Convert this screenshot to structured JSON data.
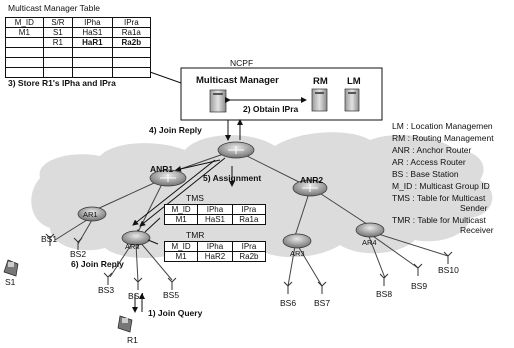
{
  "manager_table": {
    "title": "Multicast Manager Table",
    "headers": [
      "M_ID",
      "S/R",
      "IPha",
      "IPra"
    ],
    "rows": [
      [
        "M1",
        "S1",
        "HaS1",
        "Ra1a"
      ],
      [
        "",
        "R1",
        "HaR1",
        "Ra2b"
      ],
      [
        "",
        "",
        "",
        ""
      ],
      [
        "",
        "",
        "",
        ""
      ],
      [
        "",
        "",
        "",
        ""
      ]
    ]
  },
  "ncpf": {
    "label": "NCPF",
    "manager": "Multicast Manager",
    "rm": "RM",
    "lm": "LM"
  },
  "steps": {
    "store": "3) Store R1's IPha and IPra",
    "obtain": "2) Obtain IPra",
    "join_reply_top": "4) Join Reply",
    "assignment": "5) Assignment",
    "join_reply_bottom": "6) Join Reply",
    "join_query": "1) Join Query"
  },
  "tms": {
    "label": "TMS",
    "headers": [
      "M_ID",
      "IPha",
      "IPra"
    ],
    "row": [
      "M1",
      "HaS1",
      "Ra1a"
    ]
  },
  "tmr": {
    "label": "TMR",
    "headers": [
      "M_ID",
      "IPha",
      "IPra"
    ],
    "row": [
      "M1",
      "HaR2",
      "Ra2b"
    ]
  },
  "routers": {
    "anr1": "ANR1",
    "anr2": "ANR2",
    "ar1": "AR1",
    "ar2": "AR2",
    "ar3": "AR3",
    "ar4": "AR4"
  },
  "stations": {
    "bs1": "BS1",
    "bs2": "BS2",
    "bs3": "BS3",
    "bs4": "BS4",
    "bs5": "BS5",
    "bs6": "BS6",
    "bs7": "BS7",
    "bs8": "BS8",
    "bs9": "BS9",
    "bs10": "BS10"
  },
  "hosts": {
    "s1": "S1",
    "r1": "R1"
  },
  "legend": [
    "LM : Location Managemen",
    "RM : Routing Management",
    "ANR : Anchor Router",
    "AR : Access Router",
    "BS : Base Station",
    "M_ID : Multicast Group ID",
    "TMS : Table for Multicast",
    "Sender",
    "TMR : Table for Multicast",
    "Receiver"
  ]
}
